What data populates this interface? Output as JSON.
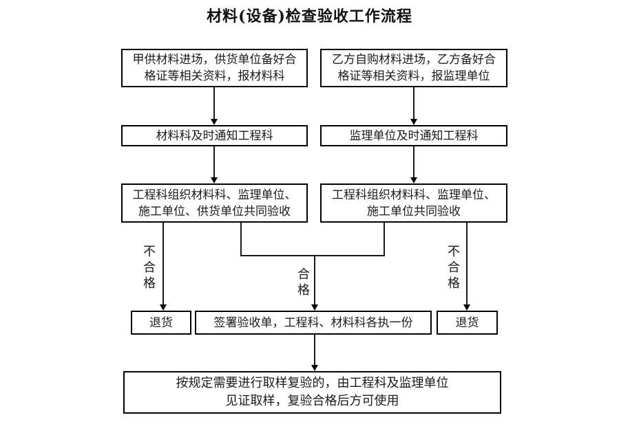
{
  "title": "材料(设备)检查验收工作流程",
  "colors": {
    "line": "#000000",
    "background": "#ffffff",
    "text": "#1a1a1a"
  },
  "flowchart": {
    "left_column": {
      "step1": "甲供材料进场，供货单位备好合格证等相关资料，报材料科",
      "step2": "材料科及时通知工程科",
      "step3": "工程科组织材料科、监理单位、施工单位、供货单位共同验收",
      "fail_label": "不合格",
      "fail_result": "退货"
    },
    "right_column": {
      "step1": "乙方自购材料进场，乙方备好合格证等相关资料，报监理单位",
      "step2": "监理单位及时通知工程科",
      "step3": "工程科组织材料科、监理单位、施工单位共同验收",
      "fail_label": "不合格",
      "fail_result": "退货"
    },
    "pass_label": "合格",
    "sign_step": "签署验收单，工程科、材料科各执一份",
    "final_step": "按规定需要进行取样复验的，由工程科及监理单位见证取样，复验合格后方可使用"
  }
}
